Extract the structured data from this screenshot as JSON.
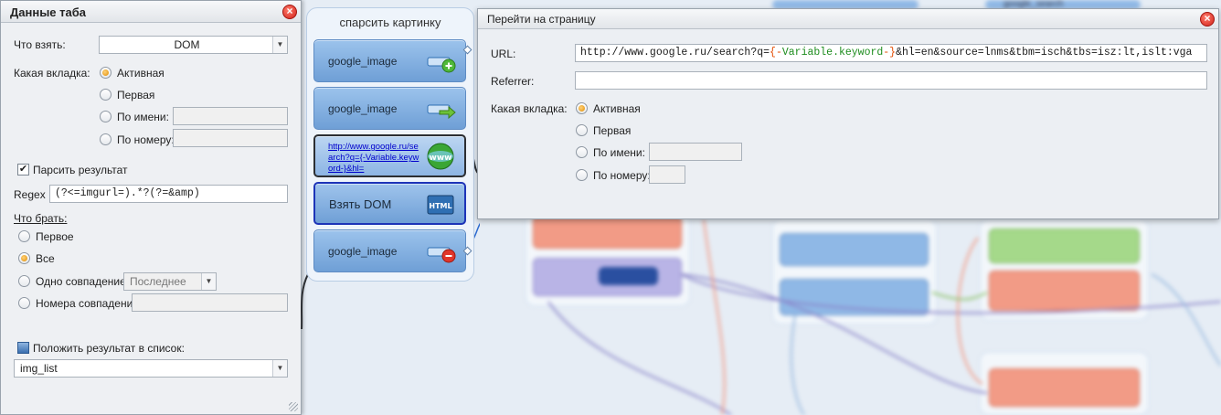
{
  "colors": {
    "accent": "#6f9fd6",
    "close": "#d2231b",
    "radio_dot": "#e08b00",
    "url_var": "#1d8c1d",
    "url_brace": "#e24a00"
  },
  "left_dialog": {
    "title": "Данные таба",
    "what_to_take_label": "Что взять:",
    "what_to_take_value": "DOM",
    "tab_label": "Какая вкладка:",
    "tab_options": [
      "Активная",
      "Первая",
      "По имени:",
      "По номеру:"
    ],
    "tab_selected": "Активная",
    "parse_result_label": "Парсить результат",
    "parse_result_checked": true,
    "regex_label": "Regex",
    "regex_value": "(?<=imgurl=).*?(?=&amp)",
    "what_to_get_label": "Что брать:",
    "get_options": [
      "Первое",
      "Все",
      "Одно совпадение",
      "Номера совпадений"
    ],
    "get_selected": "Все",
    "one_match_select": "Последнее",
    "put_in_list_label": "Положить результат в список:",
    "list_value": "img_list"
  },
  "group": {
    "title": "спарсить картинку",
    "blocks": [
      {
        "label": "google_image",
        "icon": "add-tab-icon"
      },
      {
        "label": "google_image",
        "icon": "switch-tab-icon"
      },
      {
        "label": "http://www.google.ru/search?q={-Variable.keyword-}&hl=",
        "icon": "www-globe-icon"
      },
      {
        "label": "Взять DOM",
        "icon": "html-icon"
      },
      {
        "label": "google_image",
        "icon": "close-tab-icon"
      }
    ]
  },
  "right_dialog": {
    "title": "Перейти на страницу",
    "url_label": "URL:",
    "url_parts": [
      "http://www.google.ru/search?q=",
      "{-",
      "Variable.keyword",
      "-}",
      "&hl=en&source=lnms&tbm=isch&tbs=isz:lt,islt:vga"
    ],
    "referrer_label": "Referrer:",
    "referrer_value": "",
    "tab_label": "Какая вкладка:",
    "tab_options": [
      "Активная",
      "Первая",
      "По имени:",
      "По номеру:"
    ],
    "tab_selected": "Активная"
  },
  "background": {
    "visible_labels": [
      "google_search"
    ]
  }
}
